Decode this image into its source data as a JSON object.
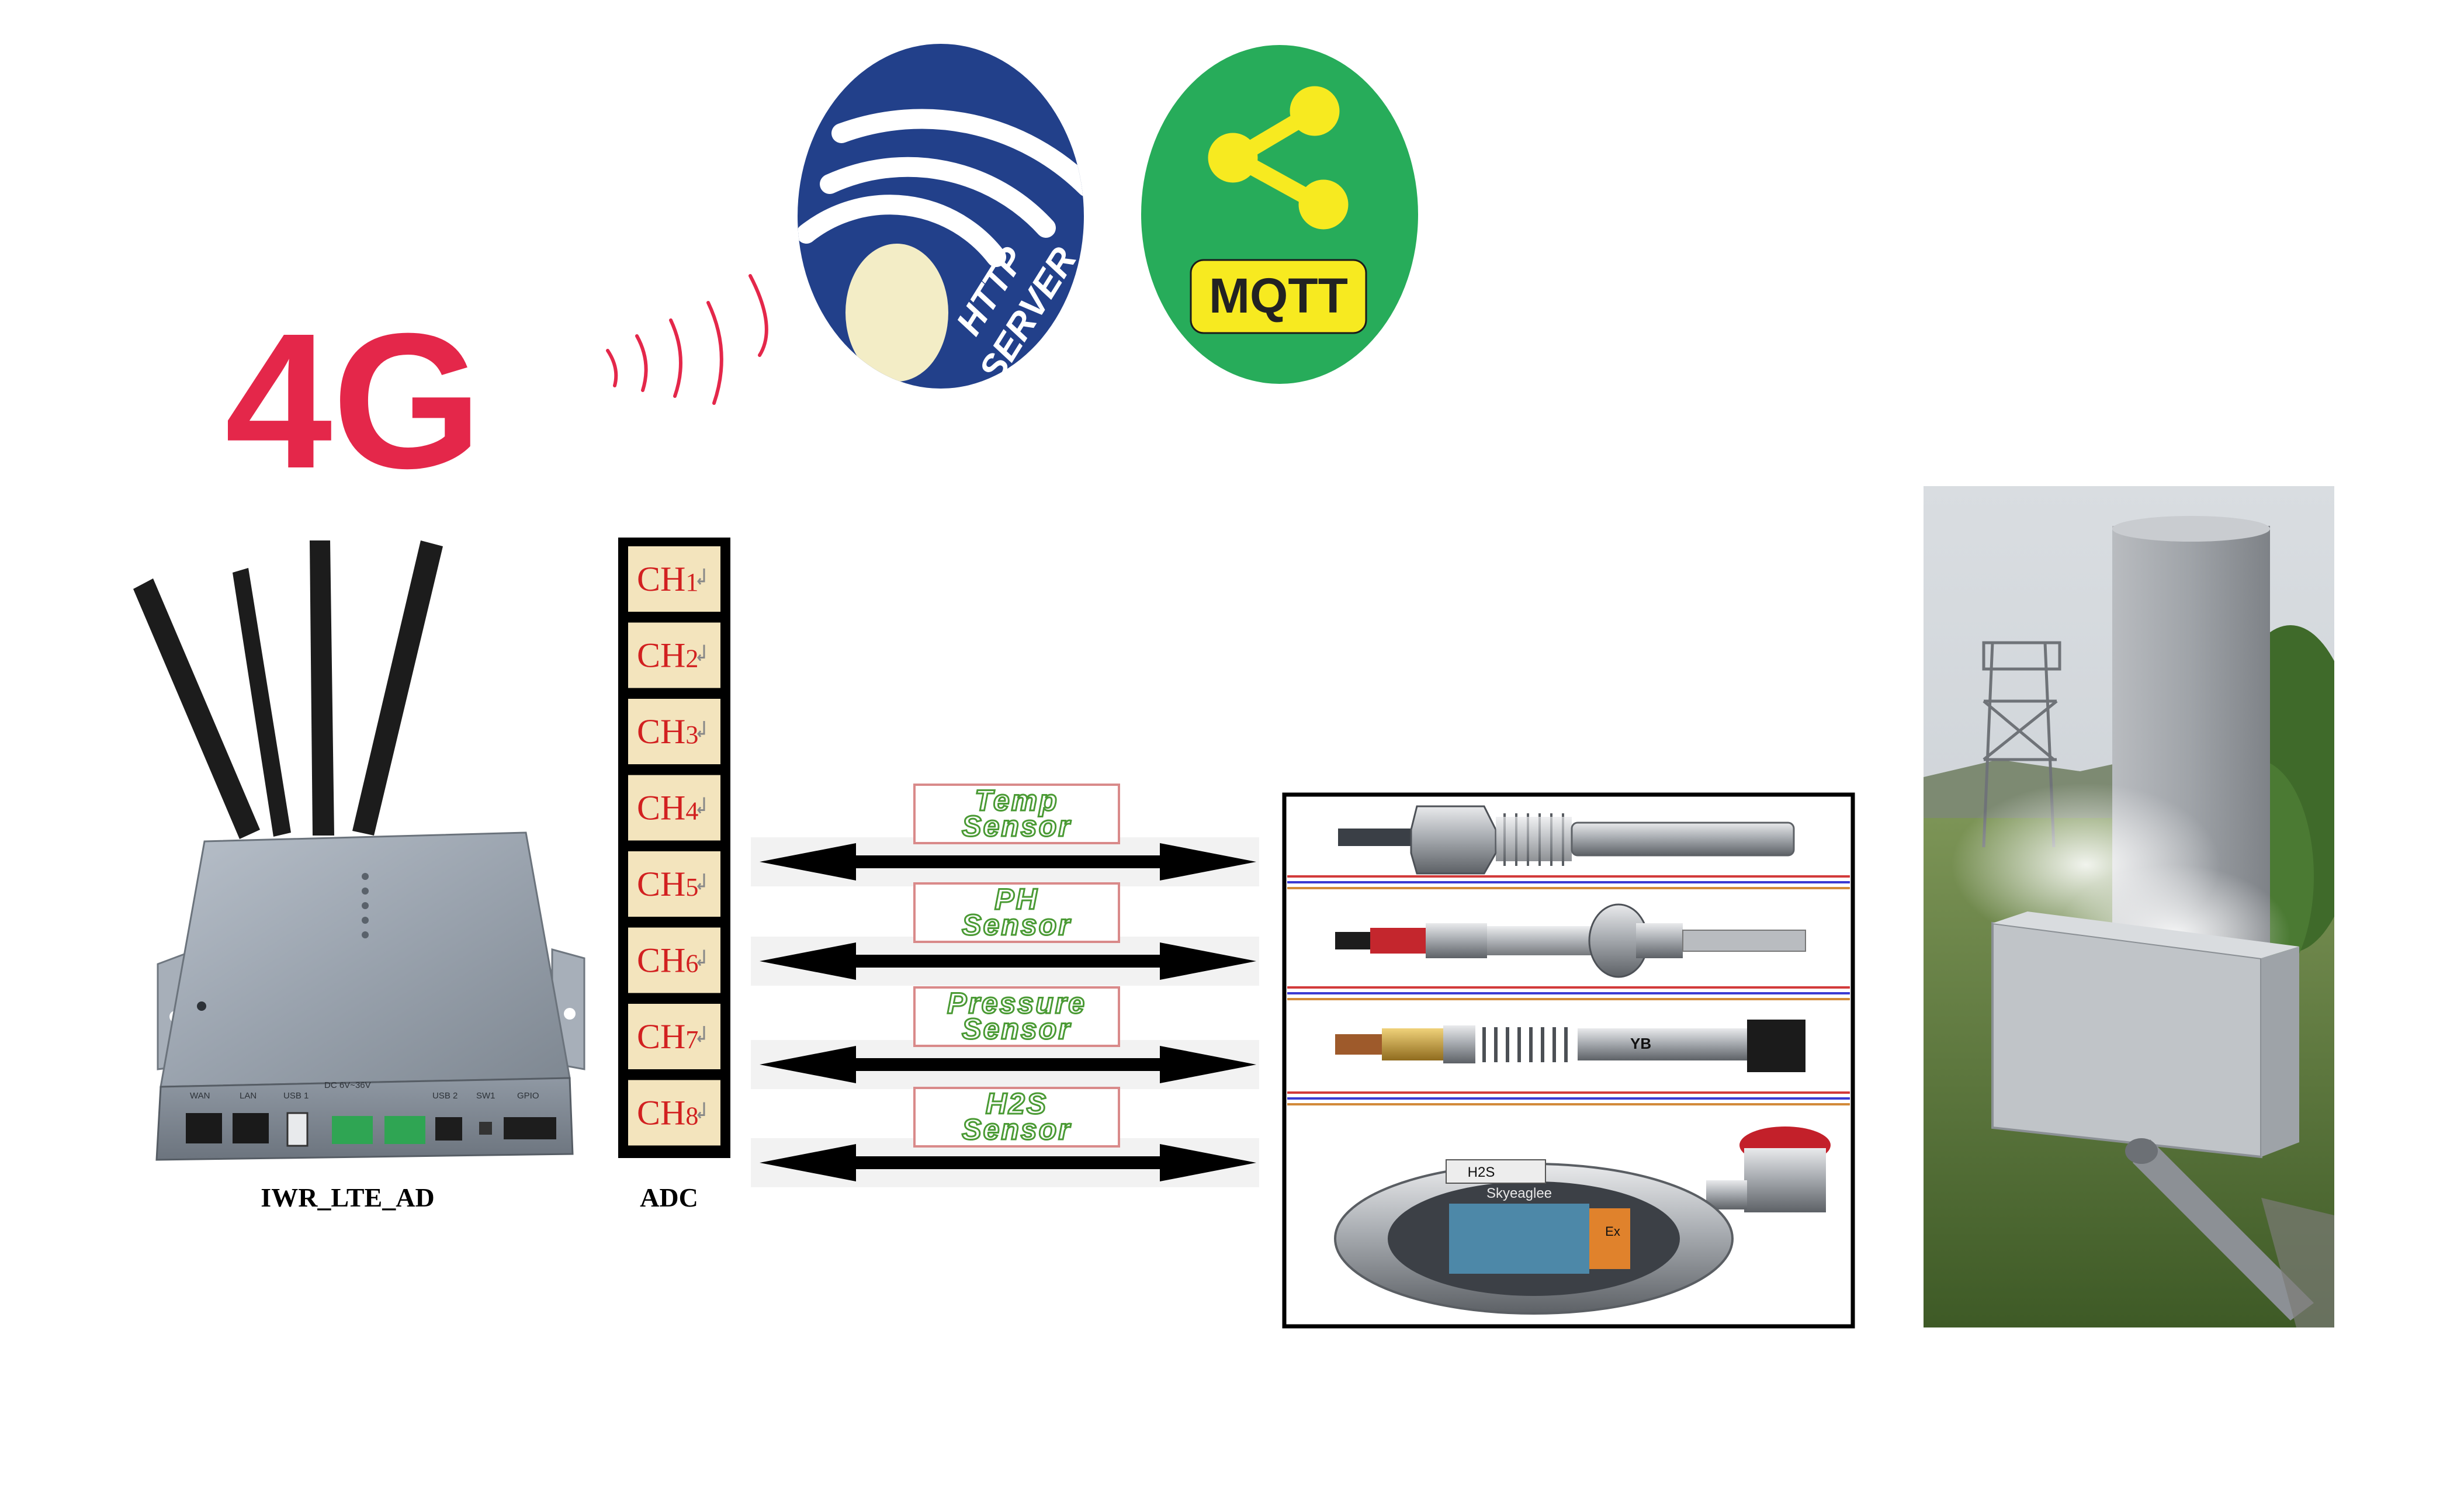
{
  "network": {
    "label_4g": "4G",
    "http_server_line1": "HTTP",
    "http_server_line2": "SERVER",
    "mqtt_label": "MQTT"
  },
  "colors": {
    "accent_red": "#e4274a",
    "http_blue": "#22408a",
    "http_cream": "#f3edc6",
    "mqtt_green": "#27ac5a",
    "mqtt_yellow": "#f7ea20",
    "ch_box_fill": "#f3e4bd",
    "ch_text": "#d22020",
    "sensor_label_green": "#4a9a34",
    "device_gray": "#9aa3ae"
  },
  "device": {
    "caption": "IWR_LTE_AD",
    "port_labels": [
      "WAN",
      "LAN",
      "USB 1",
      "DC 6V~36V",
      "USB 2",
      "SW1",
      "GPIO"
    ]
  },
  "adc": {
    "caption": "ADC",
    "channels": [
      {
        "name": "CH",
        "num": "1"
      },
      {
        "name": "CH",
        "num": "2"
      },
      {
        "name": "CH",
        "num": "3"
      },
      {
        "name": "CH",
        "num": "4"
      },
      {
        "name": "CH",
        "num": "5"
      },
      {
        "name": "CH",
        "num": "6"
      },
      {
        "name": "CH",
        "num": "7"
      },
      {
        "name": "CH",
        "num": "8"
      }
    ]
  },
  "sensors": [
    {
      "line1": "Temp",
      "line2": "Sensor"
    },
    {
      "line1": "PH",
      "line2": "Sensor"
    },
    {
      "line1": "Pressure",
      "line2": "Sensor"
    },
    {
      "line1": "H2S",
      "line2": "Sensor"
    }
  ],
  "probe_markings": {
    "pressure_mark": "YB",
    "h2s_top_label": "H2S",
    "h2s_brand": "Skyeaglee",
    "h2s_ex": "Ex"
  }
}
